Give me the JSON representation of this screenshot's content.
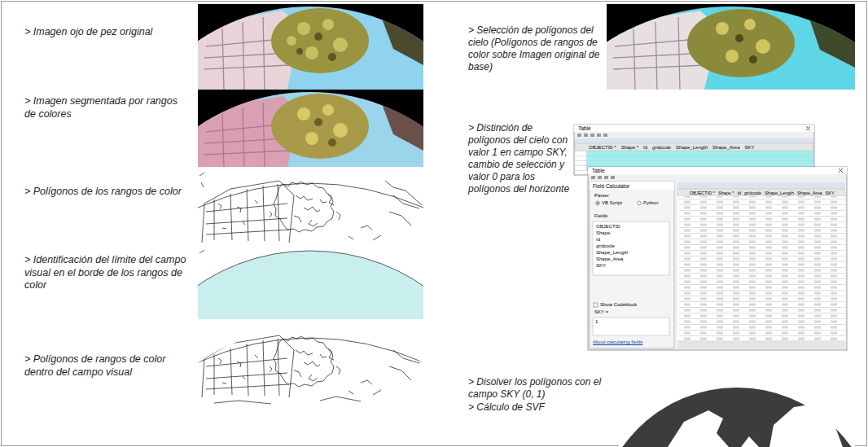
{
  "diagram": {
    "labels": [
      "> Imagen ojo de pez original",
      "> Imagen segmentada por rangos de colores",
      "> Polígonos de los rangos de color",
      "> Identificación del límite del campo visual en el borde de los rangos de color",
      "> Polígonos de rangos de color dentro del campo visual",
      "> Selección de polígonos del cielo (Polígonos de rangos de color sobre Imagen original de base)",
      "> Distinción de polígonos del cielo con valor 1 en campo SKY, cambio de selección y valor 0 para los polígonos del horizonte",
      "> Disolver los polígonos con el campo SKY (0, 1)",
      "> Cálculo de SVF",
      "Table",
      "OBJECTID *",
      "Shape *",
      "Id",
      "gridcode",
      "Shape_Length",
      "Shape_Area",
      "SKY",
      "Table",
      "Field Calculator",
      "Parser",
      "VB Script",
      "Python",
      "Fields:",
      "OBJECTID",
      "Shape",
      "Id",
      "gridcode",
      "Shape_Length",
      "Shape_Area",
      "SKY",
      "Show Codeblock",
      "SKY =",
      "1",
      "About calculating fields",
      "OBJECTID *",
      "Shape *",
      "Id",
      "gridcode",
      "Shape_Length",
      "Shape_Area",
      "SKY"
    ]
  }
}
